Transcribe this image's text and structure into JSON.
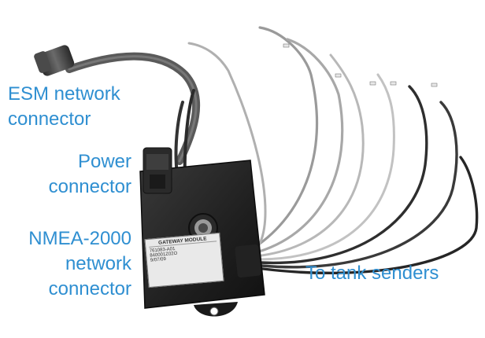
{
  "labels": {
    "esm": [
      "ESM network",
      "connector"
    ],
    "power": [
      "Power",
      "connector"
    ],
    "nmea": [
      "NMEA-2000",
      "network",
      "connector"
    ],
    "tank": "To tank senders"
  },
  "module_label": {
    "title": "GATEWAY MODULE",
    "lines": [
      "761083-A01",
      "840001Z02O",
      "9/07/09"
    ]
  },
  "colors": {
    "label_text": "#2f8fd1",
    "background": "#ffffff"
  }
}
